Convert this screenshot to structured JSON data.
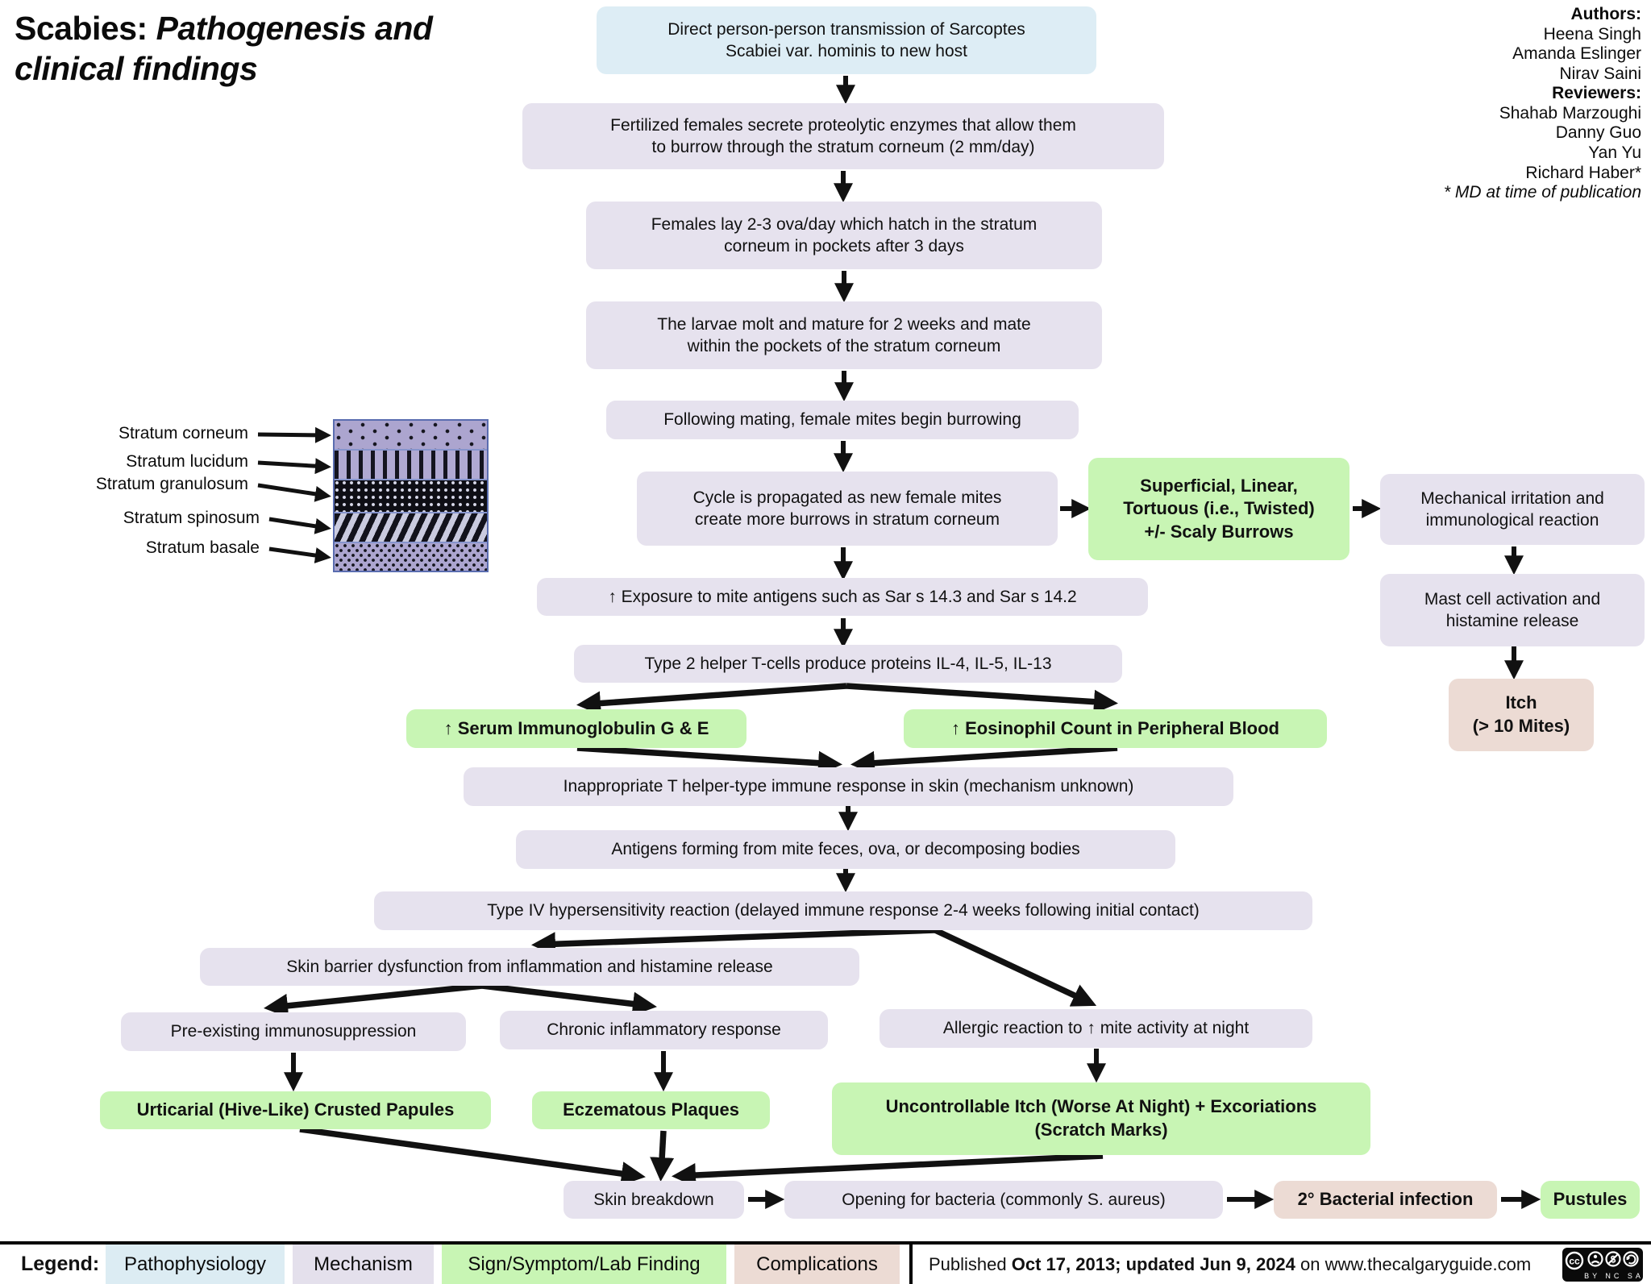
{
  "title": {
    "prefix": "Scabies:",
    "rest": "Pathogenesis and clinical findings"
  },
  "credits": {
    "authors_label": "Authors:",
    "authors": [
      "Heena Singh",
      "Amanda Eslinger",
      "Nirav Saini"
    ],
    "reviewers_label": "Reviewers:",
    "reviewers": [
      "Shahab Marzoughi",
      "Danny Guo",
      "Yan Yu",
      "Richard Haber*"
    ],
    "footnote": "* MD at time of publication"
  },
  "skin_diagram": {
    "layers": [
      {
        "label": "Stratum corneum",
        "pattern": "sparse-dots"
      },
      {
        "label": "Stratum lucidum",
        "pattern": "vertical-bars"
      },
      {
        "label": "Stratum granulosum",
        "pattern": "black-with-white-dots"
      },
      {
        "label": "Stratum spinosum",
        "pattern": "diagonal-stripes"
      },
      {
        "label": "Stratum basale",
        "pattern": "wavy-speckle"
      }
    ]
  },
  "flowchart": {
    "nodes": [
      {
        "id": "transmission",
        "category": "pathophysiology",
        "text": "Direct person-person transmission of Sarcoptes\nScabiei var. hominis to new host"
      },
      {
        "id": "fertilized-females",
        "category": "mechanism",
        "text": "Fertilized females secrete proteolytic enzymes that allow them\nto burrow through the stratum corneum (2 mm/day)"
      },
      {
        "id": "females-lay-ova",
        "category": "mechanism",
        "text": "Females lay 2-3 ova/day which hatch in the stratum\ncorneum in pockets after 3 days"
      },
      {
        "id": "larvae-molt",
        "category": "mechanism",
        "text": "The larvae molt and mature for 2 weeks and mate\nwithin the pockets of the stratum corneum"
      },
      {
        "id": "mating-burrowing",
        "category": "mechanism",
        "text": "Following mating, female mites begin burrowing"
      },
      {
        "id": "cycle-propagated",
        "category": "mechanism",
        "text": "Cycle is propagated as new female mites\ncreate more burrows in stratum corneum"
      },
      {
        "id": "scaly-burrows",
        "category": "sign",
        "text": "Superficial, Linear,\nTortuous (i.e., Twisted)\n+/- Scaly Burrows"
      },
      {
        "id": "mechanical-irritation",
        "category": "mechanism",
        "text": "Mechanical irritation and\nimmunological reaction"
      },
      {
        "id": "mast-cell",
        "category": "mechanism",
        "text": "Mast cell activation and\nhistamine release"
      },
      {
        "id": "itch",
        "category": "complication",
        "text": "Itch\n(> 10 Mites)"
      },
      {
        "id": "antigen-exposure",
        "category": "mechanism",
        "text": "↑ Exposure to mite antigens such as Sar s 14.3 and Sar s 14.2"
      },
      {
        "id": "type2-helper",
        "category": "mechanism",
        "text": "Type 2 helper T-cells produce proteins IL-4, IL-5, IL-13"
      },
      {
        "id": "serum-ig",
        "category": "sign",
        "text": "↑ Serum Immunoglobulin G & E"
      },
      {
        "id": "eosinophil-count",
        "category": "sign",
        "text": "↑ Eosinophil Count in Peripheral Blood"
      },
      {
        "id": "inappropriate-response",
        "category": "mechanism",
        "text": "Inappropriate T helper-type immune response in skin (mechanism unknown)"
      },
      {
        "id": "antigens-forming",
        "category": "mechanism",
        "text": "Antigens forming from mite feces, ova, or decomposing bodies"
      },
      {
        "id": "type4-hypersensitivity",
        "category": "mechanism",
        "text": "Type IV hypersensitivity reaction (delayed immune response 2-4 weeks following initial contact)"
      },
      {
        "id": "skin-barrier-dysfunction",
        "category": "mechanism",
        "text": "Skin barrier dysfunction from inflammation and histamine release"
      },
      {
        "id": "pre-existing-immunosuppression",
        "category": "mechanism",
        "text": "Pre-existing immunosuppression"
      },
      {
        "id": "chronic-inflammatory",
        "category": "mechanism",
        "text": "Chronic inflammatory response"
      },
      {
        "id": "allergic-reaction-night",
        "category": "mechanism",
        "text": "Allergic reaction to ↑ mite activity at night"
      },
      {
        "id": "urticarial-papules",
        "category": "sign",
        "text": "Urticarial (Hive-Like) Crusted Papules"
      },
      {
        "id": "eczematous-plaques",
        "category": "sign",
        "text": "Eczematous Plaques"
      },
      {
        "id": "uncontrollable-itch",
        "category": "sign",
        "text": "Uncontrollable Itch (Worse At Night) + Excoriations\n(Scratch Marks)"
      },
      {
        "id": "skin-breakdown",
        "category": "mechanism",
        "text": "Skin breakdown"
      },
      {
        "id": "bacteria-opening",
        "category": "mechanism",
        "text": "Opening for bacteria (commonly S. aureus)"
      },
      {
        "id": "secondary-bacterial-infection",
        "category": "complication",
        "text": "2° Bacterial infection"
      },
      {
        "id": "pustules",
        "category": "sign",
        "text": "Pustules"
      }
    ]
  },
  "legend": {
    "label": "Legend:",
    "items": [
      {
        "label": "Pathophysiology",
        "color": "#dcecf3"
      },
      {
        "label": "Mechanism",
        "color": "#e4e0ec"
      },
      {
        "label": "Sign/Symptom/Lab Finding",
        "color": "#c8f5b4"
      },
      {
        "label": "Complications",
        "color": "#ecdbd4"
      }
    ]
  },
  "footer": {
    "published_prefix": "Published ",
    "published_dates": "Oct 17, 2013; updated Jun 9, 2024",
    "published_on": " on ",
    "site": "www.thecalgaryguide.com",
    "license": {
      "name": "CC BY-NC-SA",
      "labels": "BY NC SA"
    }
  },
  "colors": {
    "pathophysiology": "#ddedf5",
    "mechanism": "#e6e2ee",
    "sign_symptom": "#c8f5b4",
    "complication": "#ecdbd4",
    "arrow": "#111111",
    "skin_layer_base": "#aca5cf",
    "skin_border": "#5a6db0"
  }
}
